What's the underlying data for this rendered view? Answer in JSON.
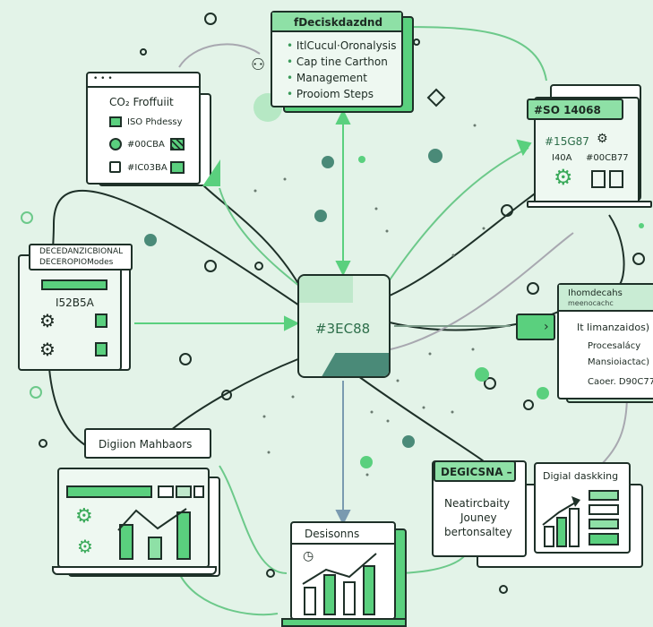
{
  "center_node": {
    "label": "#3EC88"
  },
  "top_card": {
    "title": "fDeciskdazdnd",
    "items": [
      "ItlCucul·Oronalysis",
      "Cap tine Carthon",
      "Management",
      "Prooiom Steps"
    ]
  },
  "left_top_card": {
    "title": "CO₂ Froffuiit",
    "rows": [
      {
        "label": "ISO Phdessy",
        "icon": "square-icon"
      },
      {
        "label": "#00CBA",
        "icon": "circle-icon"
      },
      {
        "label": "#IC03BA",
        "icon": "checkbox-icon"
      }
    ]
  },
  "left_mid_card": {
    "title_line1": "DECEDANZICBIONAL",
    "title_line2": "DECEROPIOModes",
    "field_value": "I52B5A"
  },
  "right_top_card": {
    "tag": "#SO 14068",
    "code1": "#15G87",
    "code2": "I40A",
    "code3": "#00CB77"
  },
  "right_mid_card": {
    "title_line1": "Ihomdecahs",
    "title_line2": "meenocachc",
    "items": [
      "It Iimanzaidos)",
      "Procesalácy",
      "Mansioiactac)"
    ],
    "footer": "Caoer. D90C77"
  },
  "bottom_left_card": {
    "title": "Digiion Mahbaors",
    "chart_bars": [
      0.62,
      0.38,
      0.88
    ]
  },
  "bottom_center_card": {
    "title": "Desisonns",
    "chart_bars": [
      0.45,
      0.7,
      0.55,
      0.9
    ]
  },
  "bottom_right_card": {
    "tag": "DEGICSNA –",
    "text_lines": [
      "Neatircbaity",
      "Jouney",
      "bertonsaltey"
    ],
    "side_title": "Digial daskking"
  },
  "colors": {
    "accent": "#5ad07e",
    "dark": "#1e3028",
    "background": "#e3f3e8",
    "teal": "#4a8a78"
  }
}
